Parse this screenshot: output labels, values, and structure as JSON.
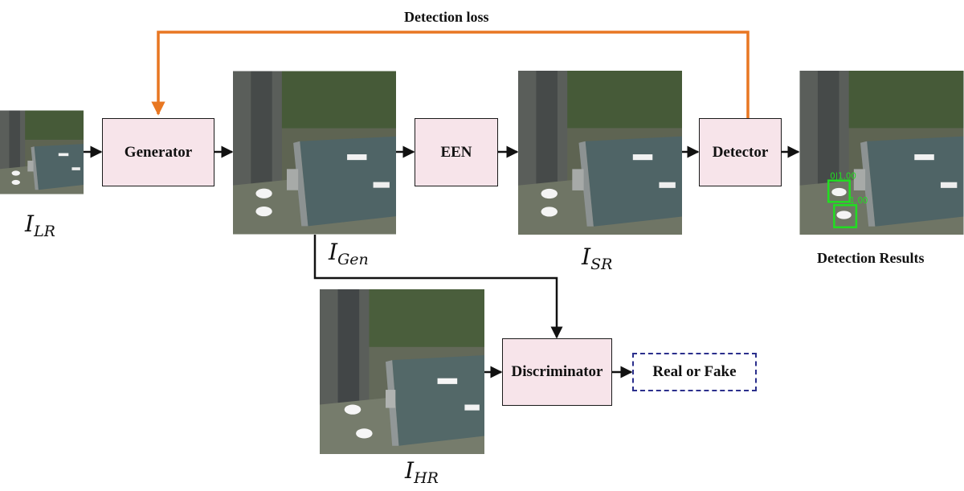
{
  "labels": {
    "detection_loss": "Detection loss",
    "detection_results": "Detection Results",
    "detection_score_1": "0|1.00",
    "detection_score_2": "1.00"
  },
  "boxes": {
    "generator": "Generator",
    "een": "EEN",
    "detector": "Detector",
    "discriminator": "Discriminator",
    "real_or_fake": "Real or Fake"
  },
  "math": {
    "i_lr": {
      "base": "I",
      "sub": "LR"
    },
    "i_gen": {
      "base": "I",
      "sub": "Gen"
    },
    "i_sr": {
      "base": "I",
      "sub": "SR"
    },
    "i_hr": {
      "base": "I",
      "sub": "HR"
    }
  },
  "colors": {
    "box_fill": "#f7e4ea",
    "loss_arrow": "#e87722",
    "dashed_border": "#2b2f8c",
    "detection_box": "#22dd22"
  }
}
